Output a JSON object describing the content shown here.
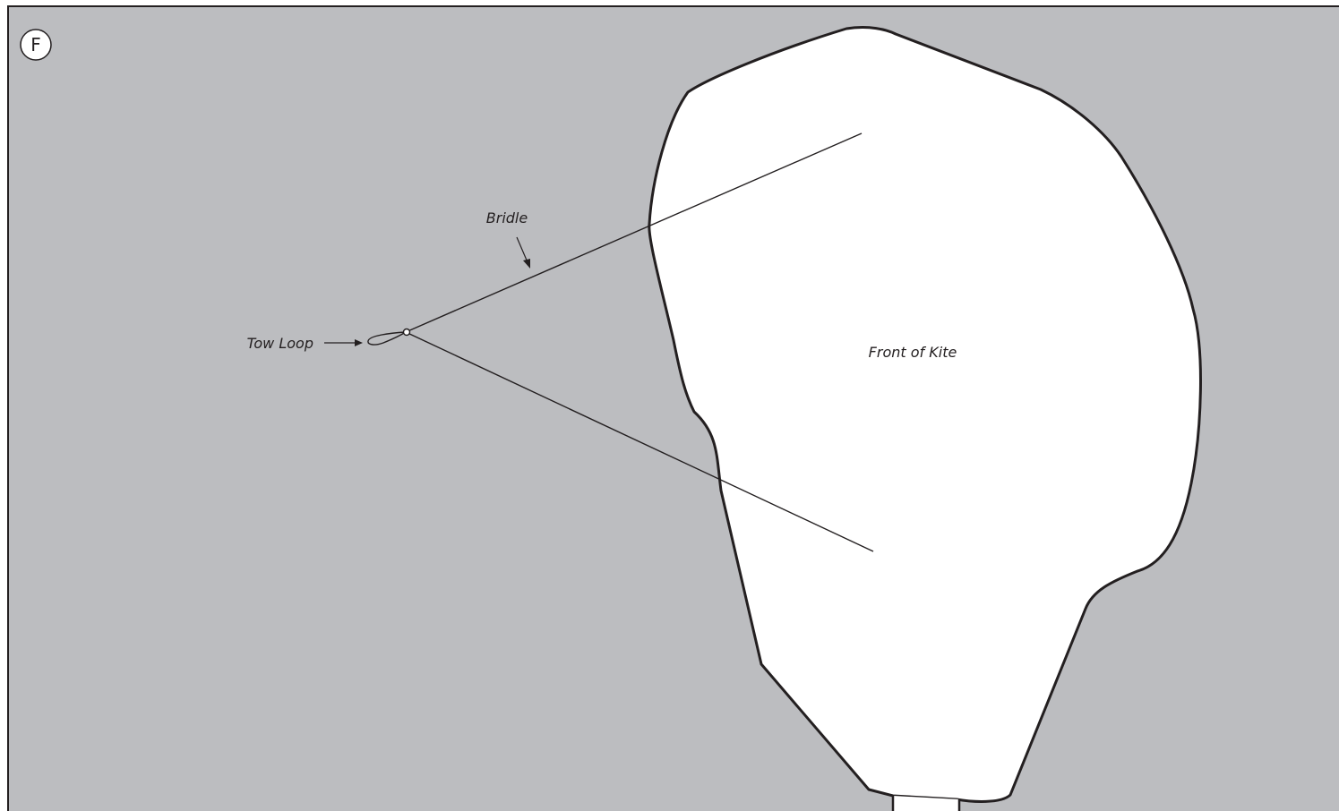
{
  "step_marker": "F",
  "labels": {
    "bridle": "Bridle",
    "tow_loop": "Tow Loop",
    "front_of_kite": "Front of Kite"
  },
  "colors": {
    "background": "#bcbdc0",
    "kite_fill": "#ffffff",
    "line": "#231f20"
  }
}
